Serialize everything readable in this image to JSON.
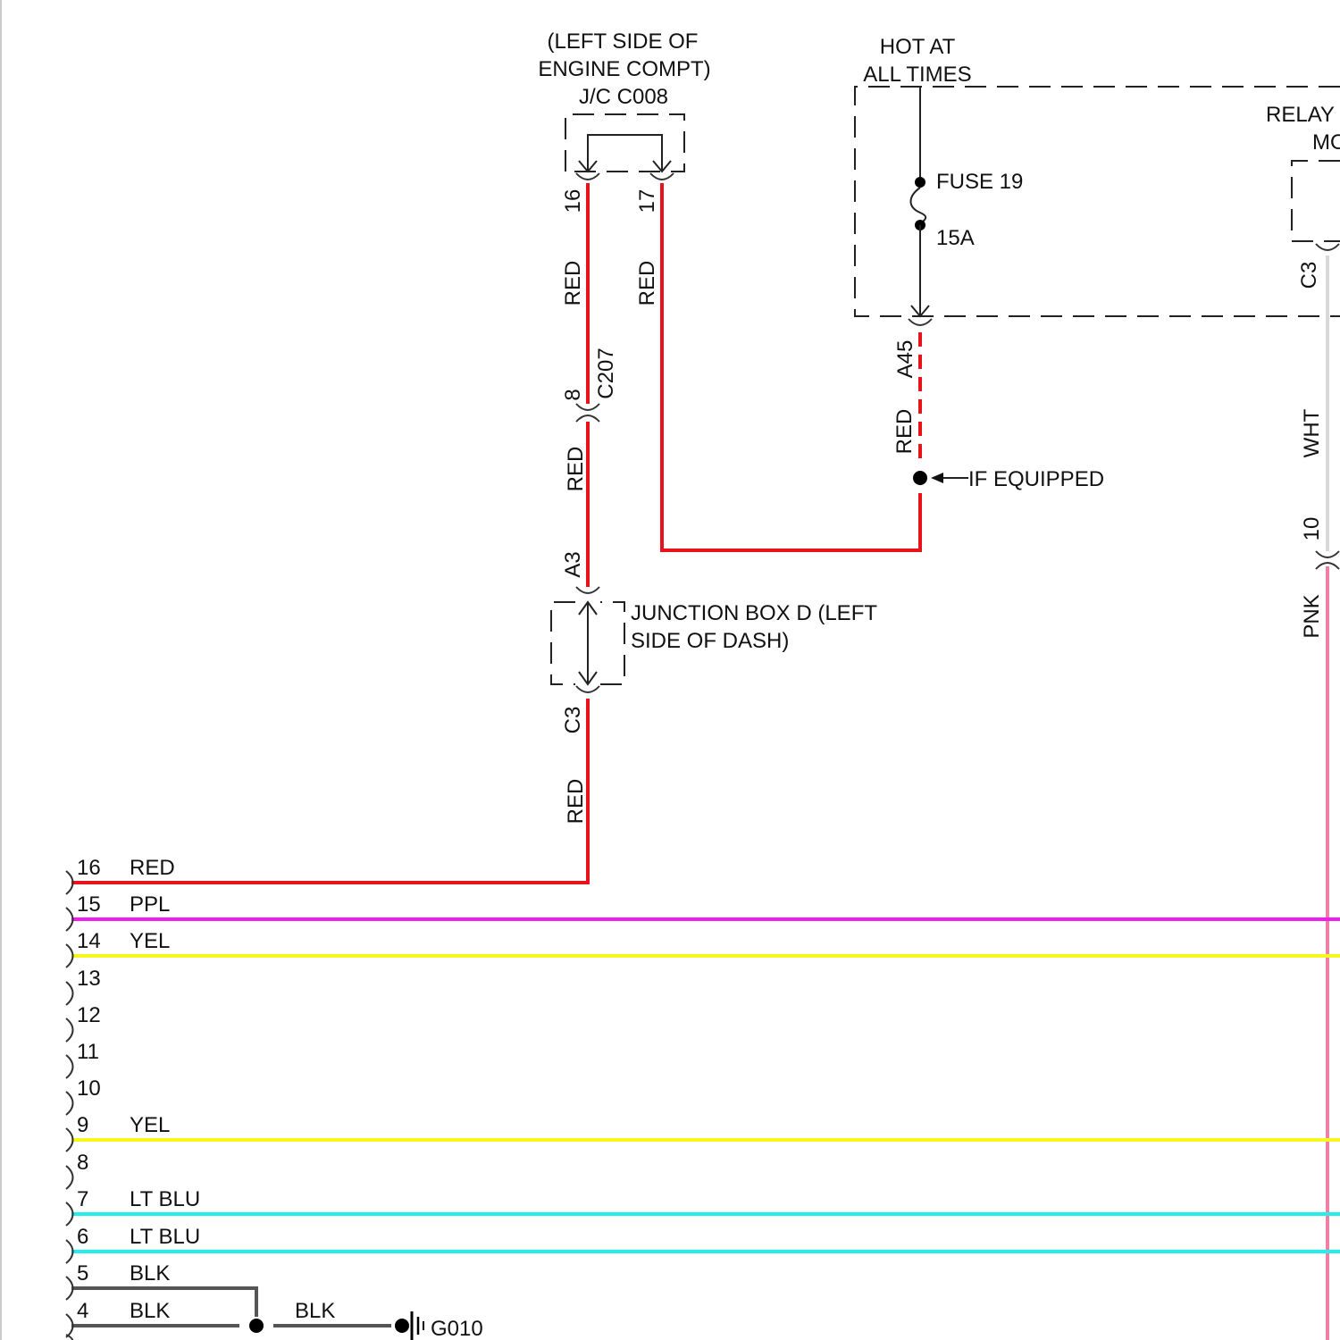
{
  "colors": {
    "red": "#e8141c",
    "purple": "#f01cf0",
    "yellow": "#f7f71a",
    "light_blue": "#22eeee",
    "black": "#555555",
    "white": "#d8d8d8",
    "pink": "#ef7fa4"
  },
  "jc_c008": {
    "location_line1": "(LEFT SIDE OF",
    "location_line2": "ENGINE COMPT)",
    "name": "J/C C008",
    "pin_left": "16",
    "pin_right": "17"
  },
  "hot_box": {
    "line1": "HOT AT",
    "line2": "ALL TIMES",
    "fuse_name": "FUSE 19",
    "fuse_rating": "15A",
    "pin": "A45"
  },
  "relay": {
    "line1": "RELAY",
    "line2": "MO",
    "pin": "C3"
  },
  "wire_labels": {
    "red1": "RED",
    "red2": "RED",
    "red3": "RED",
    "red4": "RED",
    "red5": "RED",
    "wht": "WHT",
    "pnk": "PNK"
  },
  "connectors": {
    "c207_pin": "8",
    "c207_name": "C207",
    "a3": "A3",
    "c3": "C3",
    "right_pin": "10"
  },
  "if_equipped": "IF EQUIPPED",
  "junction_box_d": {
    "line1": "JUNCTION BOX D (LEFT",
    "line2": "SIDE OF DASH)"
  },
  "harness": [
    {
      "pin": "16",
      "color": "RED"
    },
    {
      "pin": "15",
      "color": "PPL"
    },
    {
      "pin": "14",
      "color": "YEL"
    },
    {
      "pin": "13",
      "color": ""
    },
    {
      "pin": "12",
      "color": ""
    },
    {
      "pin": "11",
      "color": ""
    },
    {
      "pin": "10",
      "color": ""
    },
    {
      "pin": "9",
      "color": "YEL"
    },
    {
      "pin": "8",
      "color": ""
    },
    {
      "pin": "7",
      "color": "LT BLU"
    },
    {
      "pin": "6",
      "color": "LT BLU"
    },
    {
      "pin": "5",
      "color": "BLK"
    },
    {
      "pin": "4",
      "color": "BLK"
    }
  ],
  "ground": {
    "wire_label": "BLK",
    "name": "G010"
  }
}
